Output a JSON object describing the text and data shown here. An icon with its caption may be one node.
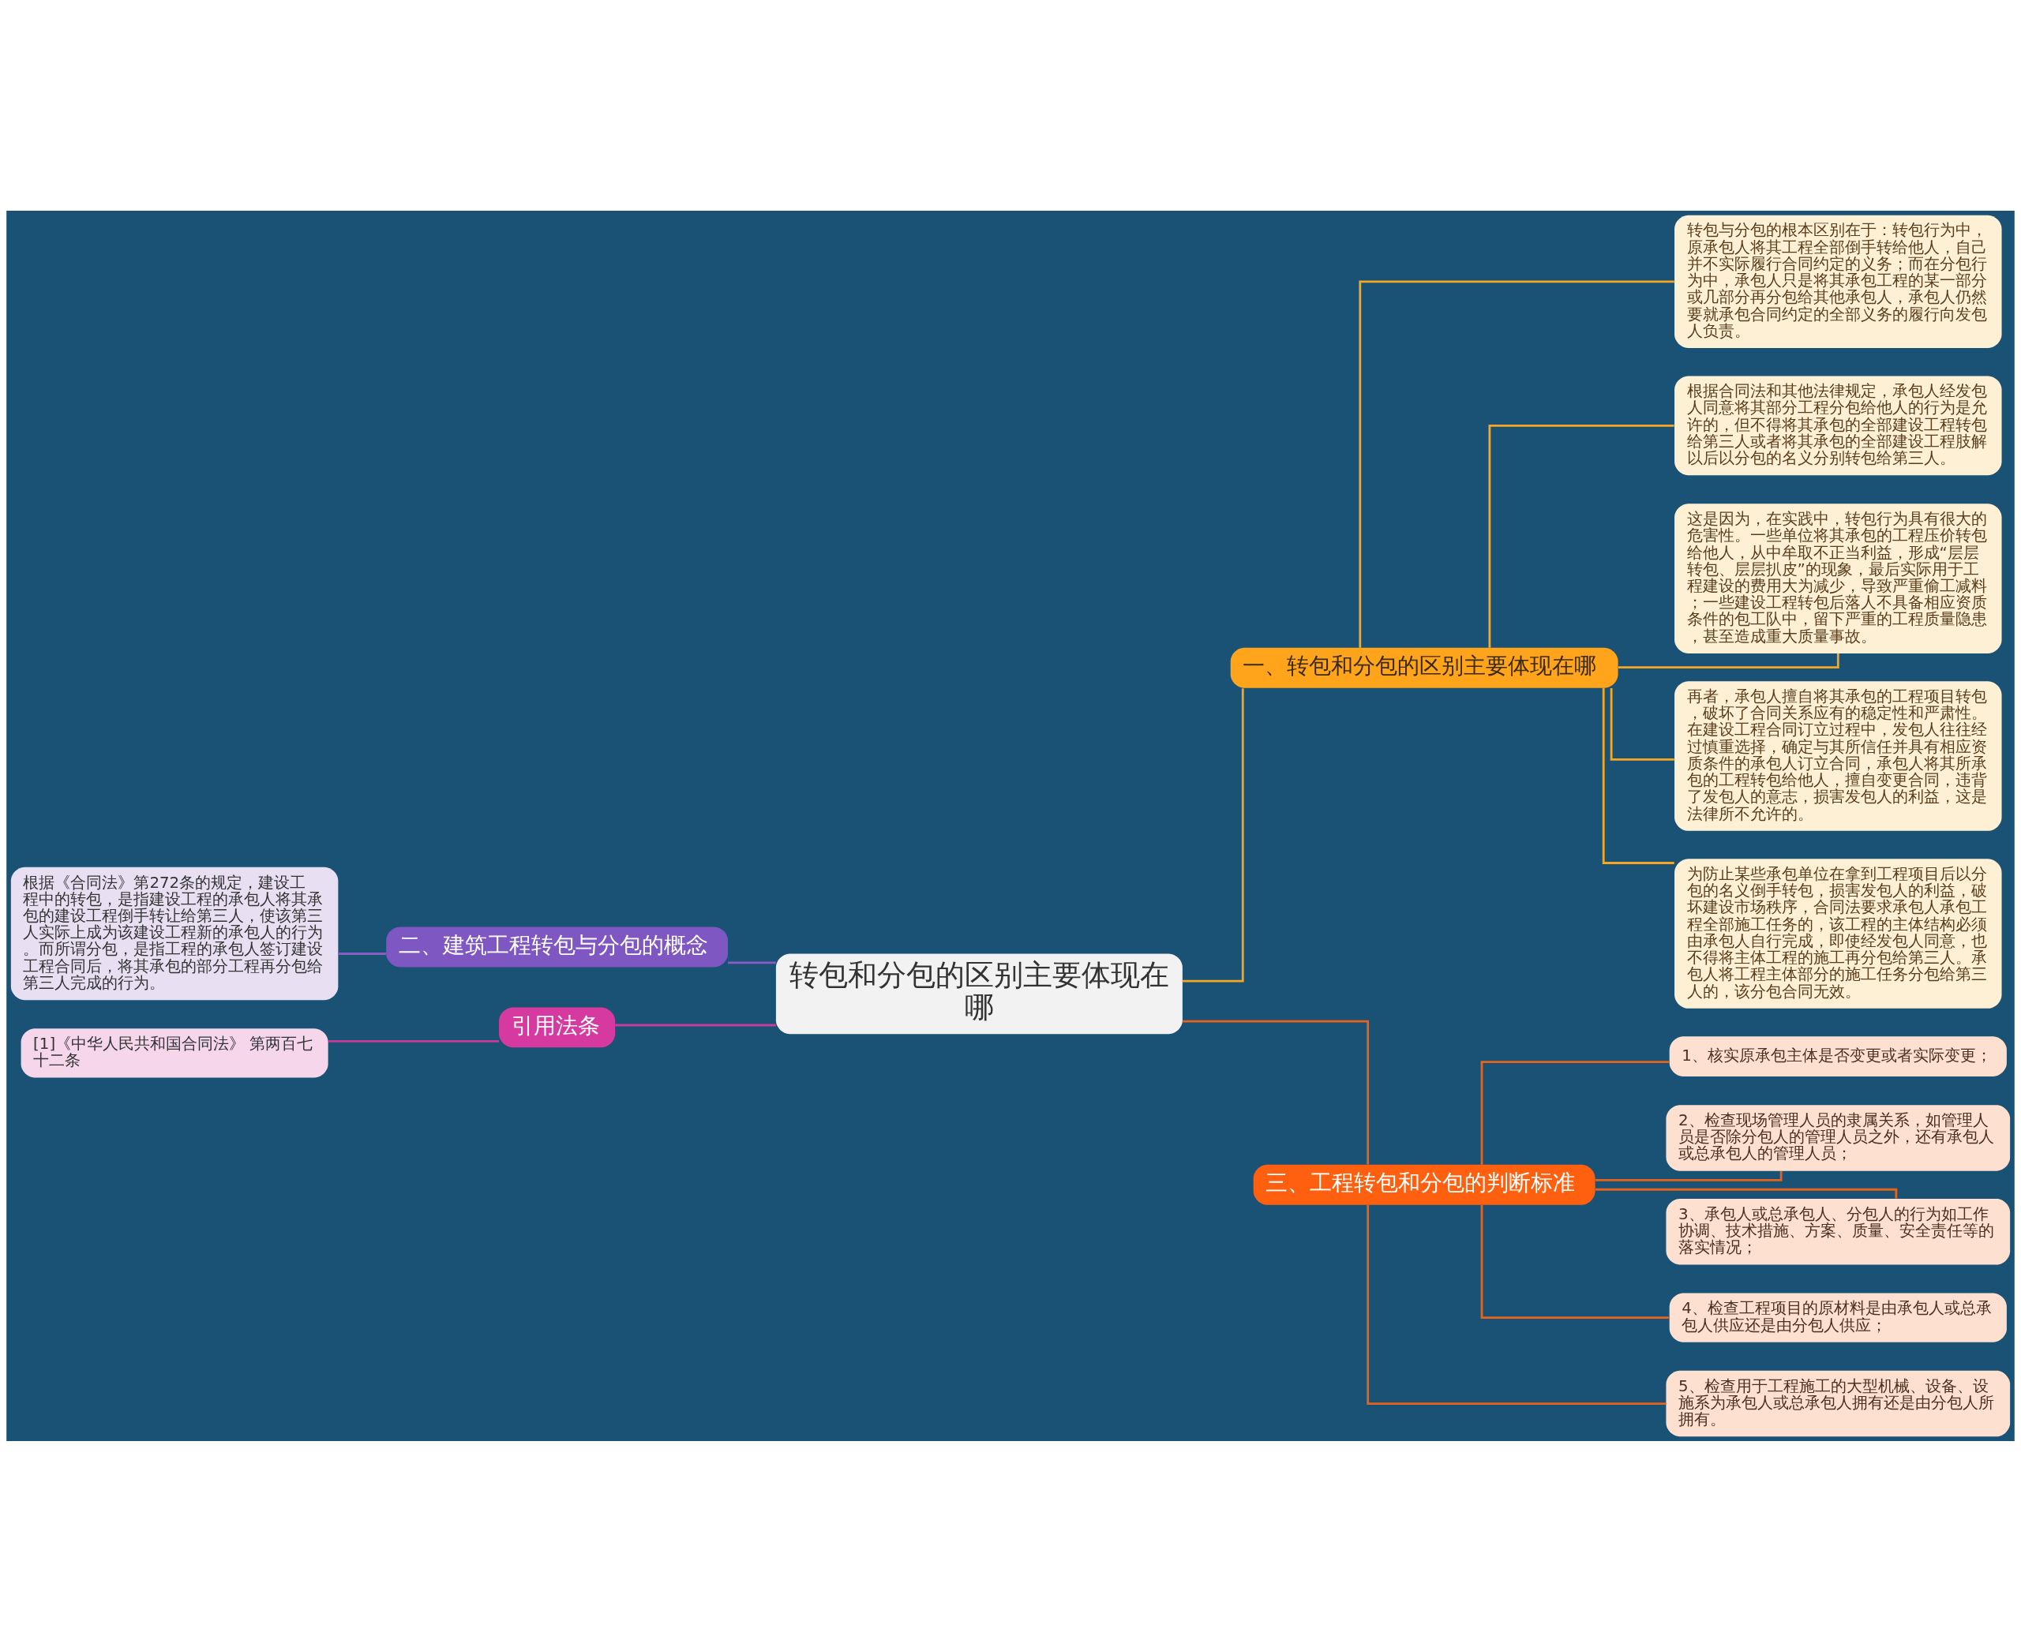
{
  "diagram": {
    "nodes": [
      {
        "text": [
          "转包和分包的区别主要体现在哪"
        ]
      },
      {
        "text": [
          "一、转包和分包的区别主要体现在哪"
        ]
      },
      {
        "text": [
          "转包与分包的根本区别在于：转包行为中，原承包人将其工程全部倒手转给他人，自己并不实际履行合同约定的义务；而在分包行为中，承包人只是将其承包工程的某一部分或几部分再分包给其他承包人，承包人仍然要就承包合同约定的全部义务的履行向发包人负责。"
        ]
      },
      {
        "text": [
          "根据合同法和其他法律规定，承包人经发包人同意将其部分工程分包给他人的行为是允许的，但不得将其承包的全部建设工程转包给第三人或者将其承包的全部建设工程肢解以后以分包的名义分别转包给第三人。"
        ]
      },
      {
        "text": [
          "这是因为，在实践中，转包行为具有很大的危害性。一些单位将其承包的工程压价转包给他人，从中牟取不正当利益，形成“层层转包、层层扒皮”的现象，最后实际用于工程建设的费用大为减少，导致严重偷工减料；一些建设工程转包后落人不具备相应资质条件的包工队中，留下严重的工程质量隐患，甚至造成重大质量事故。"
        ]
      },
      {
        "text": [
          "再者，承包人擅自将其承包的工程项目转包，破坏了合同关系应有的稳定性和严肃性。在建设工程合同订立过程中，发包人往往经过慎重选择，确定与其所信任并具有相应资质条件的承包人订立合同，承包人将其所承包的工程转包给他人，擅自变更合同，违背了发包人的意志，损害发包人的利益，这是法律所不允许的。"
        ]
      },
      {
        "text": [
          "为防止某些承包单位在拿到工程项目后以分包的名义倒手转包，损害发包人的利益，破坏建设市场秩序，合同法要求承包人承包工程全部施工任务的，该工程的主体结构必须由承包人自行完成，即使经发包人同意，也不得将主体工程的施工再分包给第三人。承包人将工程主体部分的施工任务分包给第三人的，该分包合同无效。"
        ]
      },
      {
        "text": [
          "三、工程转包和分包的判断标准"
        ]
      },
      {
        "text": [
          "1、核实原承包主体是否变更或者实际变更；"
        ]
      },
      {
        "text": [
          "2、检查现场管理人员的隶属关系，如管理人员是否除分包人的管理人员之外，还有承包人或总承包人的管理人员；"
        ]
      },
      {
        "text": [
          "3、承包人或总承包人、分包人的行为如工作协调、技术措施、方案、质量、安全责任等的落实情况；"
        ]
      },
      {
        "text": [
          "4、检查工程项目的原材料是由承包人或总承包人供应还是由分包人供应；"
        ]
      },
      {
        "text": [
          "5、检查用于工程施工的大型机械、设备、设施系为承包人或总承包人拥有还是由分包人所拥有。"
        ]
      },
      {
        "text": [
          "二、建筑工程转包与分包的概念"
        ]
      },
      {
        "text": [
          "根据《合同法》第272条的规定，建设工程中的转包，是指建设工程的承包人将其承包的建设工程倒手转让给第三人，使该第三人实际上成为该建设工程新的承包人的行为。而所谓分包，是指工程的承包人签订建设工程合同后，将其承包的部分工程再分包给第三人完成的行为。"
        ]
      },
      {
        "text": [
          "引用法条"
        ]
      },
      {
        "text": [
          "[1]《中华人民共和国合同法》 第两百七十二条"
        ]
      }
    ],
    "edges": [
      {
        "from": 0,
        "to": 1,
        "arrow": "none",
        "color": "#f5a623"
      },
      {
        "from": 1,
        "to": 2,
        "arrow": "none",
        "color": "#f5a623"
      },
      {
        "from": 1,
        "to": 3,
        "arrow": "none",
        "color": "#f5a623"
      },
      {
        "from": 1,
        "to": 4,
        "arrow": "none",
        "color": "#f5a623"
      },
      {
        "from": 1,
        "to": 5,
        "arrow": "none",
        "color": "#f5a623"
      },
      {
        "from": 1,
        "to": 6,
        "arrow": "none",
        "color": "#f5a623"
      },
      {
        "from": 0,
        "to": 7,
        "arrow": "none",
        "color": "#e8621a"
      },
      {
        "from": 7,
        "to": 8,
        "arrow": "none",
        "color": "#e8621a"
      },
      {
        "from": 7,
        "to": 9,
        "arrow": "none",
        "color": "#e8621a"
      },
      {
        "from": 7,
        "to": 10,
        "arrow": "none",
        "color": "#e8621a"
      },
      {
        "from": 7,
        "to": 11,
        "arrow": "none",
        "color": "#e8621a"
      },
      {
        "from": 7,
        "to": 12,
        "arrow": "none",
        "color": "#e8621a"
      },
      {
        "from": 0,
        "to": 13,
        "arrow": "none",
        "color": "#8a5cc4"
      },
      {
        "from": 13,
        "to": 14,
        "arrow": "none",
        "color": "#8a5cc4"
      },
      {
        "from": 0,
        "to": 15,
        "arrow": "none",
        "color": "#c83c9c"
      },
      {
        "from": 15,
        "to": 16,
        "arrow": "none",
        "color": "#c83c9c"
      }
    ]
  }
}
